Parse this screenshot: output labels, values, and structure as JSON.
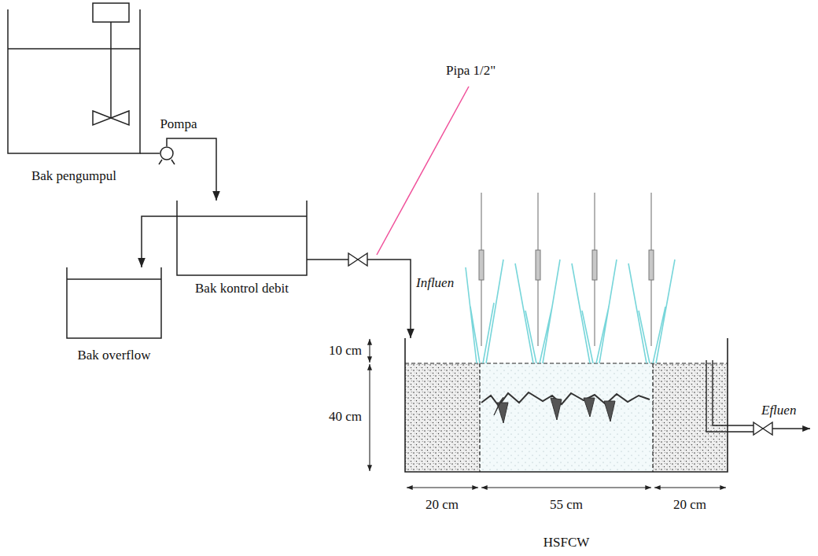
{
  "diagram": {
    "nodes": [
      {
        "text": [
          "Bak pengumpul"
        ]
      },
      {
        "text": [
          "Pompa"
        ]
      },
      {
        "text": [
          "Bak kontrol debit"
        ]
      },
      {
        "text": [
          "Bak overflow"
        ]
      },
      {
        "text": [
          "HSFCW"
        ]
      }
    ],
    "edges": [
      {
        "from": 0,
        "to": 1,
        "arrow": "none"
      },
      {
        "from": 1,
        "to": 2,
        "arrow": "to"
      },
      {
        "from": 2,
        "to": 3,
        "arrow": "to"
      },
      {
        "from": 2,
        "to": 4,
        "arrow": "to",
        "label": "Influen"
      }
    ],
    "labels": [
      "Pipa 1/2\"",
      "10 cm",
      "40 cm",
      "20 cm",
      "55 cm",
      "20 cm",
      "Efluen"
    ]
  }
}
